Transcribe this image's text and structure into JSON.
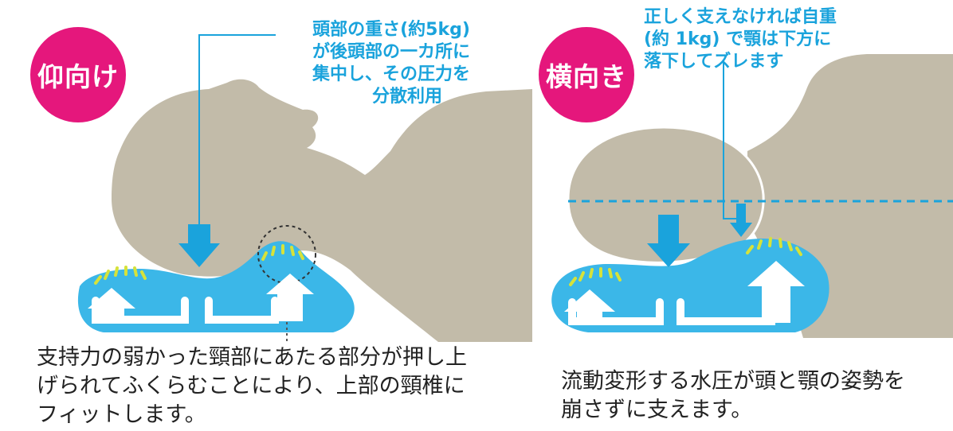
{
  "colors": {
    "badge": "#e5177c",
    "accent_blue": "#1aa3dc",
    "pillow_blue": "#3bb7e8",
    "figure_gray": "#c2bba9",
    "spring_yellow": "#d6e23a",
    "caption_text": "#222222"
  },
  "left_panel": {
    "badge_label": "仰向け",
    "callout_lines": [
      "頭部の重さ(約5kg)",
      "が後頭部の一カ所に",
      "集中し、その圧力を",
      "分散利用"
    ],
    "caption_lines": [
      "支持力の弱かった頸部にあたる部分が押し上",
      "げられてふくらむことにより、上部の頸椎に",
      "フィットします。"
    ]
  },
  "right_panel": {
    "badge_label": "横向き",
    "callout_lines": [
      "正しく支えなければ自重",
      "(約 1kg) で顎は下方に",
      "落下してズレます"
    ],
    "caption_lines": [
      "流動変形する水圧が頭と顎の姿勢を",
      "崩さずに支えます。"
    ]
  }
}
